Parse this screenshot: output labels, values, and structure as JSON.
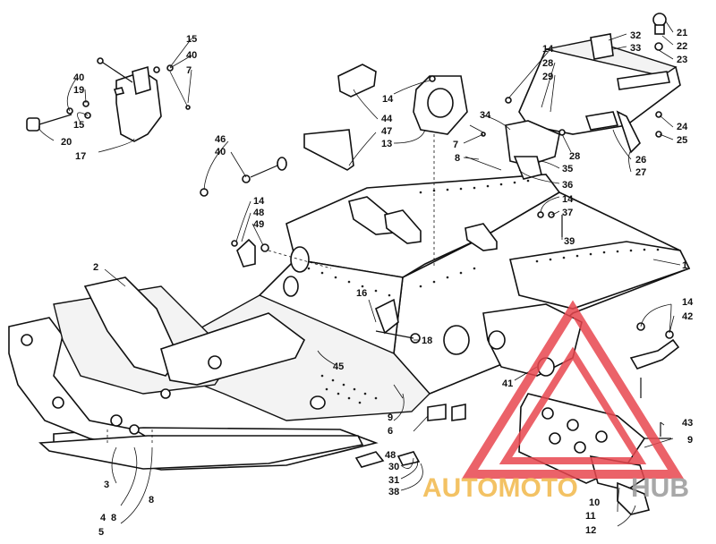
{
  "diagram": {
    "callouts": {
      "c1": "1",
      "c2": "2",
      "c3": "3",
      "c4": "4",
      "c5": "5",
      "c6": "6",
      "c7a": "7",
      "c7b": "7",
      "c8a": "8",
      "c8b": "8",
      "c9a": "9",
      "c9b": "9",
      "c10": "10",
      "c11": "11",
      "c12": "12",
      "c13": "13",
      "c14a": "14",
      "c14b": "14",
      "c14c": "14",
      "c14d": "14",
      "c14e": "14",
      "c15a": "15",
      "c15b": "15",
      "c16": "16",
      "c17": "17",
      "c18": "18",
      "c19": "19",
      "c20": "20",
      "c21": "21",
      "c22": "22",
      "c23": "23",
      "c24": "24",
      "c25": "25",
      "c26": "26",
      "c27": "27",
      "c28a": "28",
      "c28b": "28",
      "c29": "29",
      "c30": "30",
      "c31": "31",
      "c32": "32",
      "c33": "33",
      "c34": "34",
      "c35": "35",
      "c36": "36",
      "c37": "37",
      "c38": "38",
      "c39": "39",
      "c40a": "40",
      "c40b": "40",
      "c40c": "40",
      "c41": "41",
      "c42": "42",
      "c43": "43",
      "c44": "44",
      "c45": "45",
      "c46": "46",
      "c47": "47",
      "c48": "48",
      "c49": "49",
      "c48b": "48"
    },
    "watermark": {
      "text_a": "AUTOMOTO",
      "text_b": "HUB",
      "triangle_color": "#e8474f",
      "text_color_a": "#f2b84a",
      "text_color_b": "#9a9a9a"
    }
  }
}
